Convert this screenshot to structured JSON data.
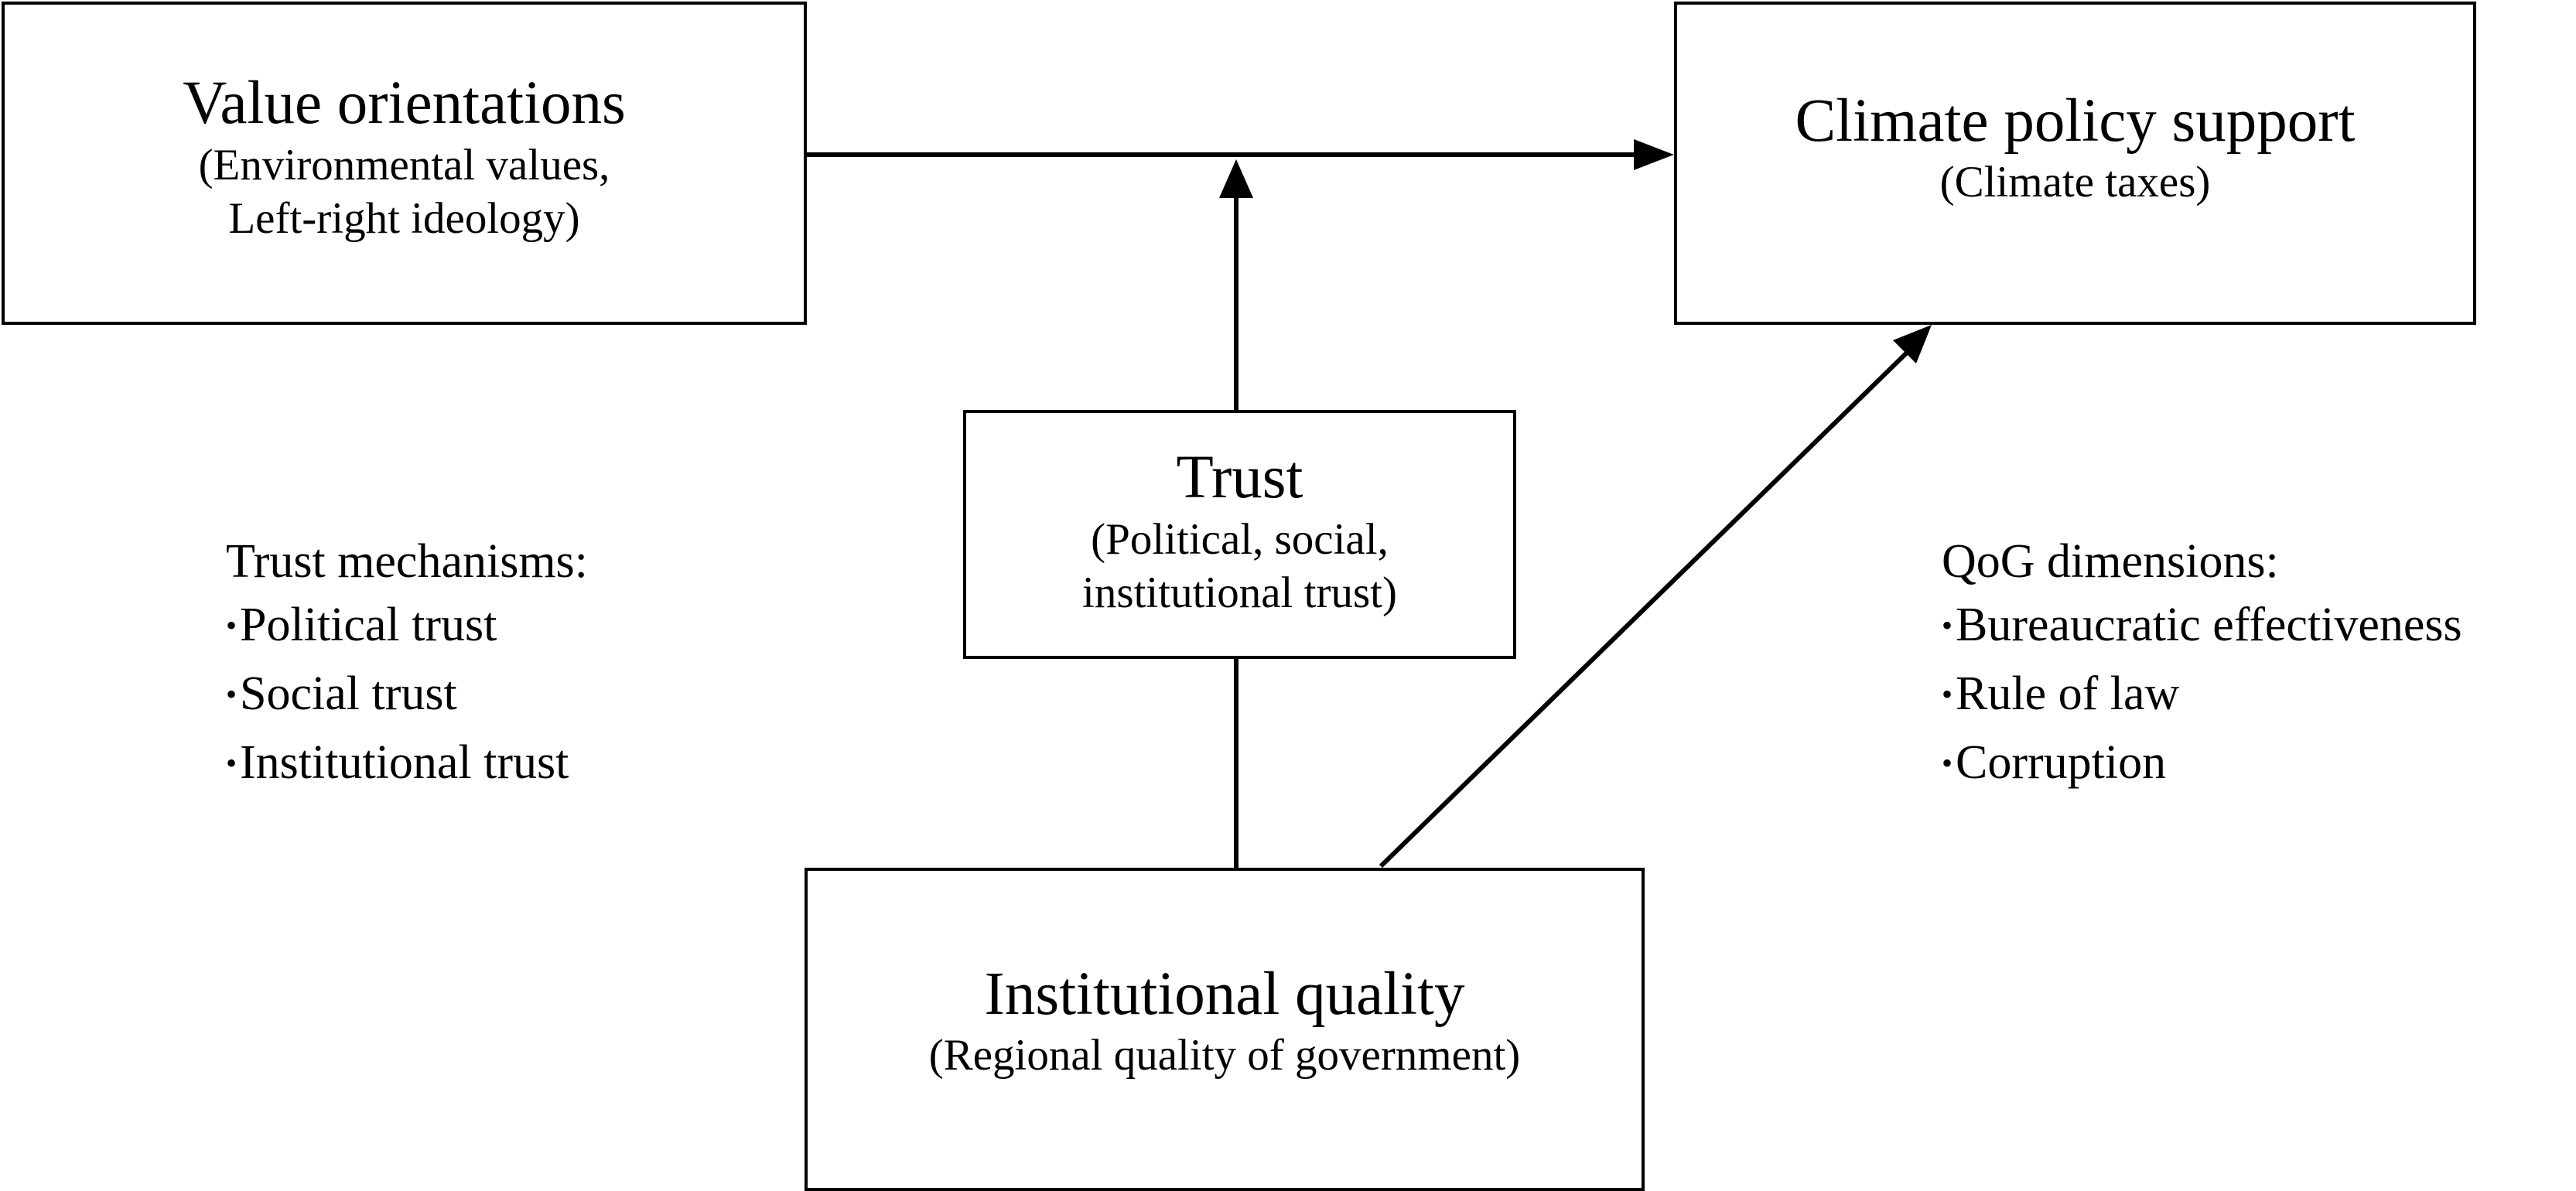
{
  "nodes": {
    "value_orientations": {
      "title": "Value orientations",
      "sub_lines": [
        "(Environmental values,",
        "Left-right ideology)"
      ]
    },
    "climate_policy_support": {
      "title": "Climate policy support",
      "sub_lines": [
        "(Climate taxes)"
      ]
    },
    "trust": {
      "title": "Trust",
      "sub_lines": [
        "(Political, social,",
        "institutional trust)"
      ]
    },
    "institutional_quality": {
      "title": "Institutional quality",
      "sub_lines": [
        "(Regional quality of government)"
      ]
    }
  },
  "notes": {
    "trust_mechanisms": {
      "heading": "Trust mechanisms:",
      "items": [
        "Political trust",
        "Social trust",
        "Institutional trust"
      ]
    },
    "qog_dimensions": {
      "heading": "QoG dimensions:",
      "items": [
        "Bureaucratic effectiveness",
        "Rule of law",
        "Corruption"
      ]
    }
  },
  "bullet_glyph": "•",
  "colors": {
    "stroke": "#000000",
    "background": "#ffffff"
  }
}
